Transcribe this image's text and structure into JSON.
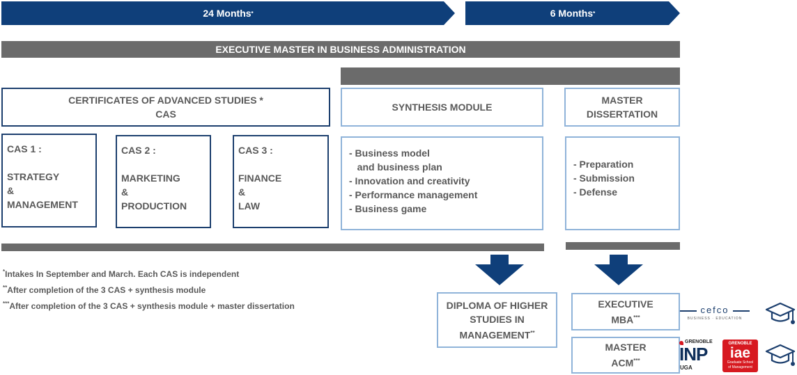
{
  "timeline": {
    "left_label": "24 Months",
    "left_mark": "*",
    "right_label": "6 Months",
    "right_mark": "*"
  },
  "program_title": "EXECUTIVE MASTER IN BUSINESS ADMINISTRATION",
  "cas_header": {
    "line1": "CERTIFICATES OF ADVANCED STUDIES *",
    "line2": "CAS"
  },
  "cas_boxes": [
    {
      "text": "CAS 1 :\n\nSTRATEGY\n&\nMANAGEMENT"
    },
    {
      "text": "CAS 2 :\n\nMARKETING\n&\nPRODUCTION"
    },
    {
      "text": "CAS 3 :\n\nFINANCE\n&\nLAW"
    }
  ],
  "synthesis": {
    "title": "SYNTHESIS MODULE",
    "items": [
      "- Business model",
      "   and business plan",
      "- Innovation and creativity",
      "- Performance management",
      "- Business game"
    ]
  },
  "dissertation": {
    "title_line1": "MASTER",
    "title_line2": "DISSERTATION",
    "items": [
      "- Preparation",
      "- Submission",
      "- Defense"
    ]
  },
  "footnotes": [
    {
      "mark": "*",
      "text": "Intakes In September and March. Each CAS is independent"
    },
    {
      "mark": "**",
      "text": "After completion of the 3 CAS + synthesis module"
    },
    {
      "mark": "***",
      "text": "After completion of the 3 CAS + synthesis module + master dissertation"
    }
  ],
  "diploma": {
    "line1": "DIPLOMA OF HIGHER",
    "line2": "STUDIES IN",
    "line3": "MANAGEMENT",
    "mark": "**"
  },
  "exec_mba": {
    "line1": "EXECUTIVE",
    "line2": "MBA",
    "mark": "***"
  },
  "master_acm": {
    "line1": "MASTER",
    "line2": "ACM",
    "mark": "***"
  },
  "logos": {
    "cefco_name": "cefco",
    "cefco_tagline": "BUSINESS · EDUCATION",
    "inp_top": "GRENOBLE",
    "inp_name": "INP",
    "inp_sub": "UGA",
    "iae_top": "GRENOBLE",
    "iae_name": "iae",
    "iae_sub1": "Graduate School",
    "iae_sub2": "of Management"
  },
  "colors": {
    "navy": "#0f3f7a",
    "grey_bar": "#6b6b6b",
    "text_grey": "#595959",
    "light_blue_border": "#8fb3d9",
    "iae_red": "#d71920"
  }
}
